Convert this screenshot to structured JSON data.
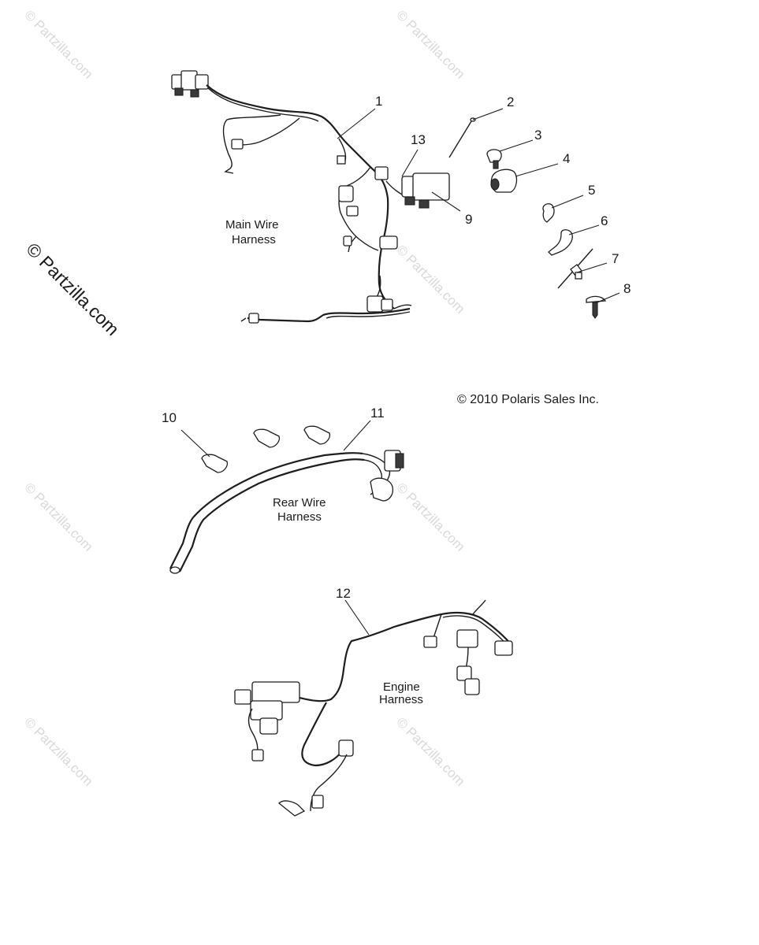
{
  "watermarks": {
    "tile_text": "© Partzilla.com",
    "side_text": "© Partzilla.com"
  },
  "copyright": "© 2010 Polaris Sales Inc.",
  "assembly_labels": {
    "main": [
      "Main Wire",
      "Harness"
    ],
    "rear": [
      "Rear Wire",
      "Harness"
    ],
    "engine": [
      "Engine",
      "Harness"
    ]
  },
  "callouts": [
    "1",
    "2",
    "3",
    "4",
    "5",
    "6",
    "7",
    "8",
    "9",
    "10",
    "11",
    "12",
    "13"
  ]
}
